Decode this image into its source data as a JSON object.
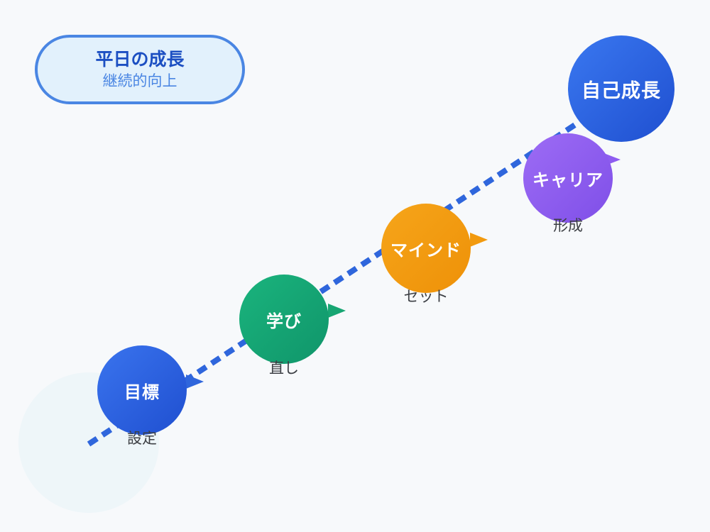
{
  "title": {
    "main": "平日の成長",
    "sub": "継続的向上"
  },
  "steps": [
    {
      "label": "目標",
      "caption": "設定",
      "color": "#2a5fdc"
    },
    {
      "label": "学び",
      "caption": "直し",
      "color": "#17a673"
    },
    {
      "label": "マインド",
      "caption": "セット",
      "color": "#f29a0e"
    },
    {
      "label": "キャリア",
      "caption": "形成",
      "color": "#8e5cf0"
    }
  ],
  "goal": {
    "label": "自己成長",
    "color": "#2a5fdc"
  },
  "colors": {
    "path": "#2f66dc"
  }
}
